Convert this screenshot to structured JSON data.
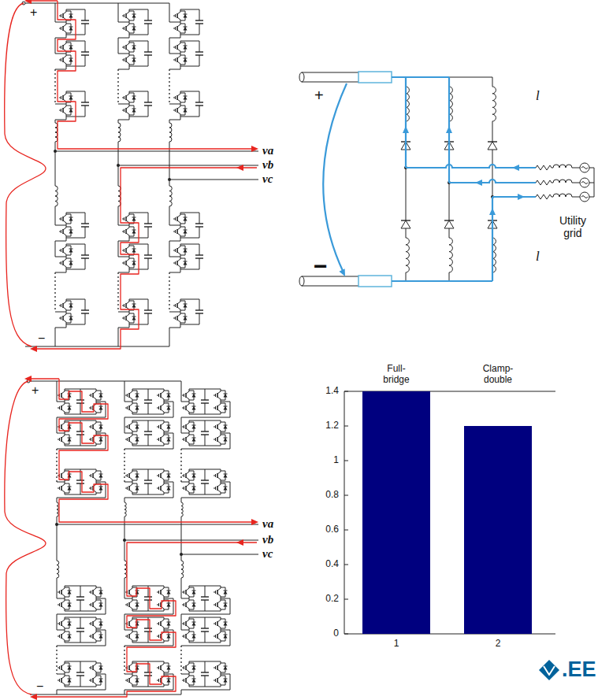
{
  "diagram": {
    "labels": [
      "+",
      "va",
      "vb",
      "vc",
      "−",
      "+",
      "l",
      "Utility grid",
      "l",
      "−",
      "+",
      "va",
      "vb",
      "vc",
      "−",
      "Full-bridge",
      "Clamp-double",
      "1.4",
      "1.2",
      "1",
      "0.8",
      "0.6",
      "0.4",
      "0.2",
      "0",
      "1",
      "2",
      ".EE"
    ]
  }
}
